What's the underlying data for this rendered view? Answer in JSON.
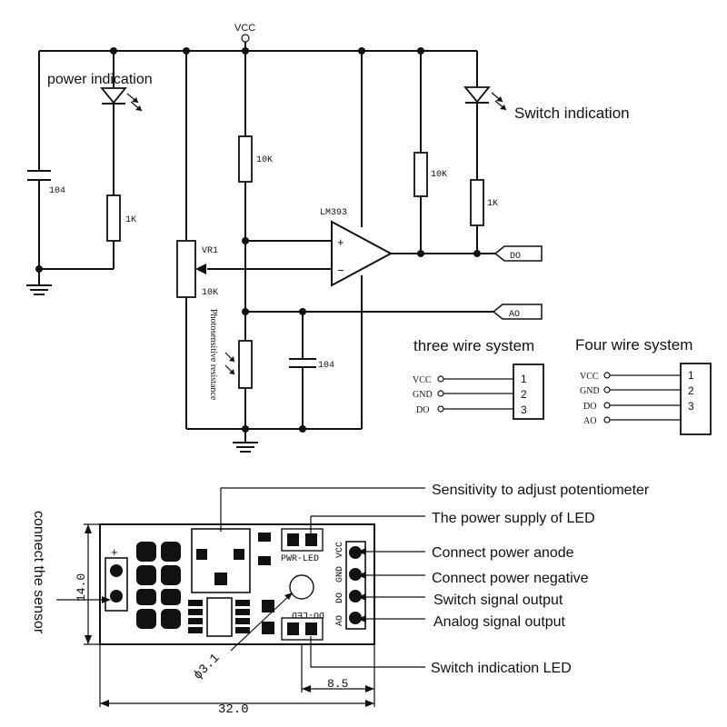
{
  "schematic": {
    "vcc": "VCC",
    "power_indication": "power indication",
    "switch_indication": "Switch indication",
    "cap_left": "104",
    "r_left": "1K",
    "r_mid": "10K",
    "vr_name": "VR1",
    "vr_value": "10K",
    "opamp": "LM393",
    "opamp_plus": "+",
    "opamp_minus": "−",
    "r_right1": "10K",
    "r_right2": "1K",
    "photo_label": "Photosensitive resistance",
    "cap_bottom": "104",
    "do_tag": "DO",
    "ao_tag": "AO"
  },
  "three_wire": {
    "title": "three wire system",
    "pins": [
      "VCC",
      "GND",
      "DO"
    ],
    "numbers": [
      "1",
      "2",
      "3"
    ]
  },
  "four_wire": {
    "title": "Four wire system",
    "pins": [
      "VCC",
      "GND",
      "DO",
      "AO"
    ],
    "numbers": [
      "1",
      "2",
      "3"
    ]
  },
  "board": {
    "plus": "+",
    "pwr_led": "PWR-LED",
    "do_led": "DO-LED",
    "pin_vcc": "VCC",
    "pin_gnd": "GND",
    "pin_do": "DO",
    "pin_ao": "AO",
    "dim_height": "14.0",
    "dim_width": "32.0",
    "dim_offset": "8.5",
    "dim_hole": "ϕ3.1"
  },
  "callouts": {
    "connect_sensor": "connect the sensor",
    "sensitivity": "Sensitivity to adjust potentiometer",
    "power_led": "The power supply of LED",
    "anode": "Connect power anode",
    "negative": "Connect power negative",
    "switch_out": "Switch signal output",
    "analog_out": "Analog signal output",
    "switch_led": "Switch indication LED"
  }
}
